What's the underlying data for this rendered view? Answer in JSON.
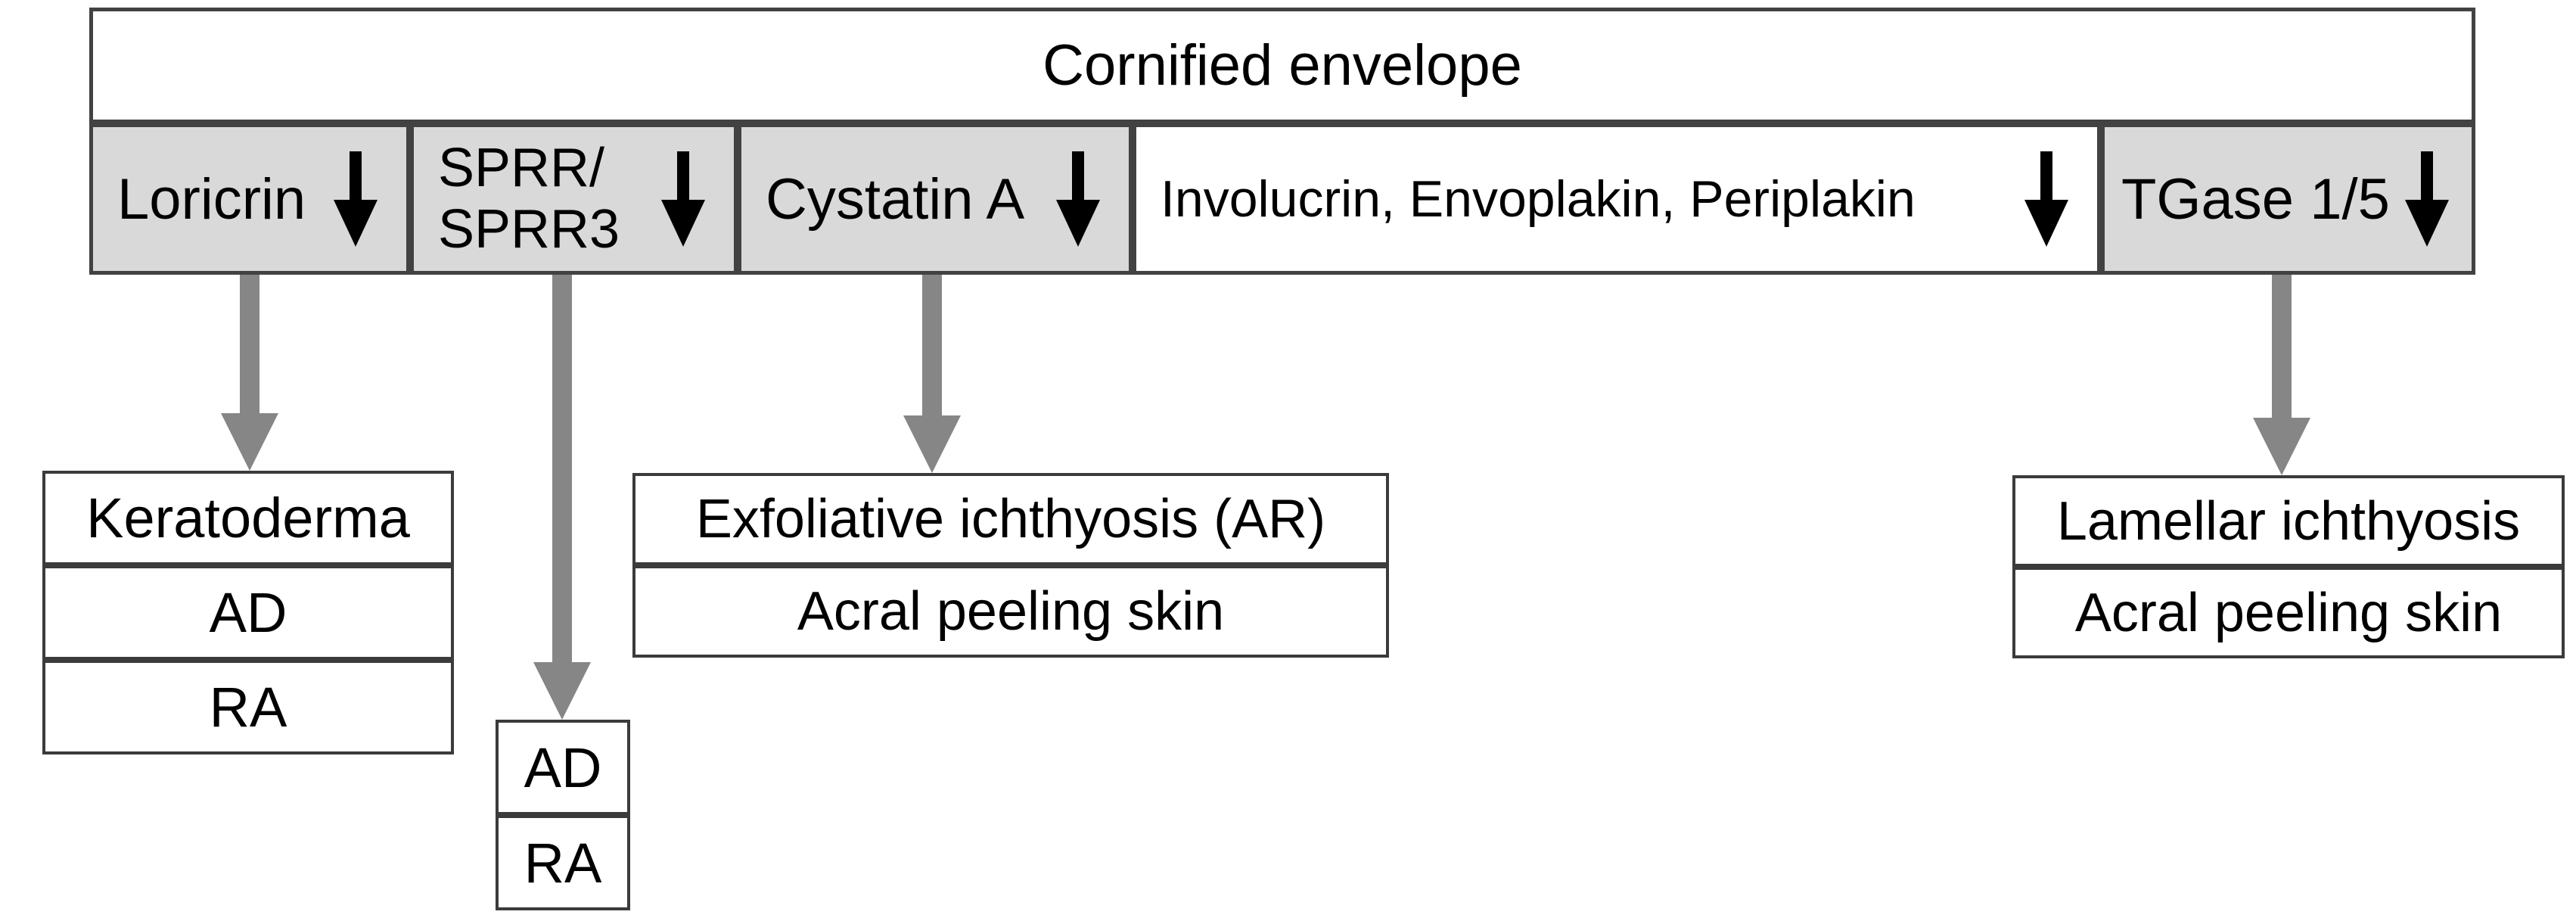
{
  "title": "Cornified envelope",
  "header_cells": [
    {
      "label": "Loricrin",
      "shaded": true
    },
    {
      "label_line1": "SPRR/",
      "label_line2": "SPRR3",
      "shaded": true
    },
    {
      "label": "Cystatin A",
      "shaded": true
    },
    {
      "label": "Involucrin, Envoplakin, Periplakin",
      "shaded": false
    },
    {
      "label": "TGase 1/5",
      "shaded": true
    }
  ],
  "stacks": {
    "loricrin": {
      "rows": [
        "Keratoderma",
        "AD",
        "RA"
      ]
    },
    "sprr": {
      "rows": [
        "AD",
        "RA"
      ]
    },
    "cystatin": {
      "rows": [
        "Exfoliative ichthyosis (AR)",
        "Acral peeling skin"
      ]
    },
    "tgase": {
      "rows": [
        "Lamellar ichthyosis",
        "Acral peeling skin"
      ]
    }
  },
  "icons": {
    "cell_arrow": "down-arrow-icon",
    "connector": "gray-down-connector-arrow"
  },
  "colors": {
    "background": "#ffffff",
    "cell_shaded": "#d9d9d9",
    "cell_plain": "#ffffff",
    "table_border": "#424242",
    "box_border": "#3b3b3b",
    "connector_gray": "#868686",
    "arrow_black": "#000000"
  }
}
